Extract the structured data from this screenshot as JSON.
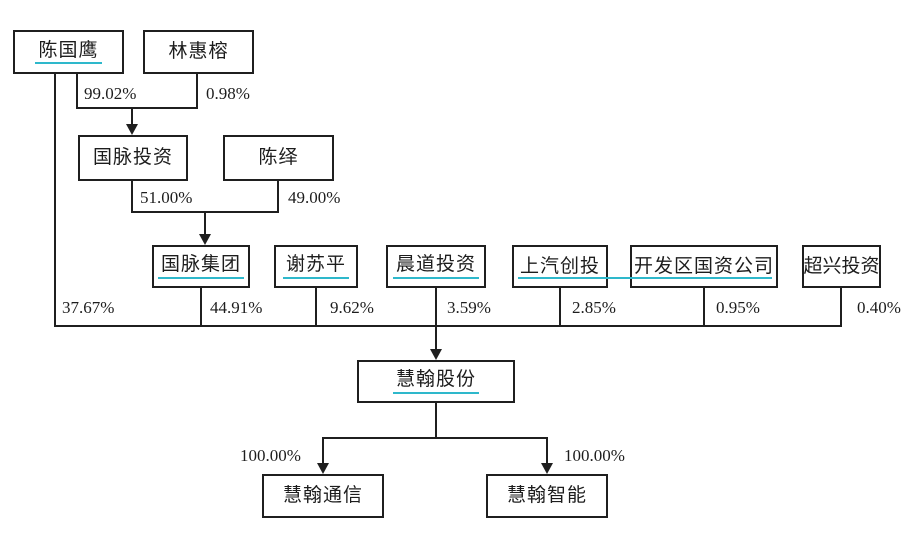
{
  "colors": {
    "underline": "#2eb8cb",
    "line": "#1f1f1f"
  },
  "nodes": {
    "chen_guoying": {
      "label": "陈国鹰"
    },
    "lin_huirong": {
      "label": "林惠榕"
    },
    "guomai_investment": {
      "label": "国脉投资"
    },
    "chen_yi": {
      "label": "陈绎"
    },
    "guomai_group": {
      "label": "国脉集团"
    },
    "xie_suping": {
      "label": "谢苏平"
    },
    "chendao_investment": {
      "label": "晨道投资"
    },
    "saic_venture": {
      "label": "上汽创投"
    },
    "kaifaqu_soc": {
      "label": "开发区国资公司"
    },
    "chaoxing_investment": {
      "label": "超兴投资"
    },
    "huihan_shares": {
      "label": "慧翰股份"
    },
    "huihan_comm": {
      "label": "慧翰通信"
    },
    "huihan_intel": {
      "label": "慧翰智能"
    }
  },
  "percentages": {
    "chen_guoying_to_guomai_investment": "99.02%",
    "lin_huirong_to_guomai_investment": "0.98%",
    "guomai_investment_to_guomai_group": "51.00%",
    "chen_yi_to_guomai_group": "49.00%",
    "chen_guoying_to_huihan": "37.67%",
    "guomai_group_to_huihan": "44.91%",
    "xie_suping_to_huihan": "9.62%",
    "chendao_to_huihan": "3.59%",
    "saic_to_huihan": "2.85%",
    "kaifaqu_to_huihan": "0.95%",
    "chaoxing_to_huihan": "0.40%",
    "huihan_to_comm": "100.00%",
    "huihan_to_intel": "100.00%"
  }
}
